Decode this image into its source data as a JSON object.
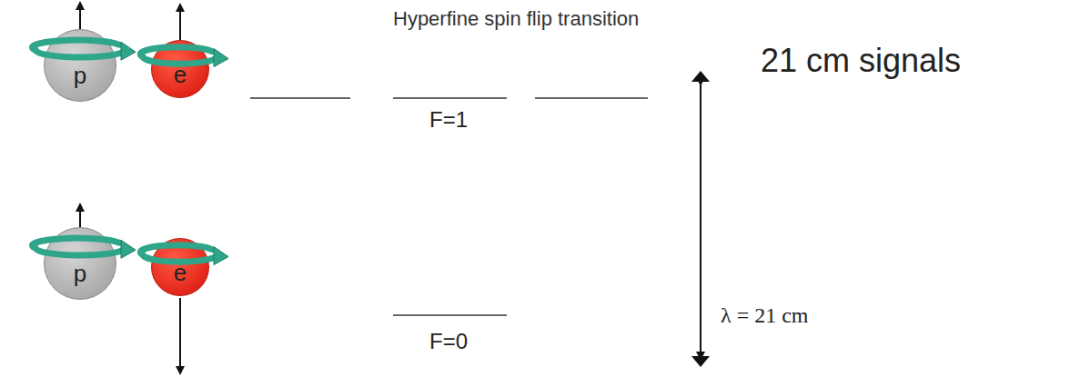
{
  "diagram": {
    "title": "Hyperfine spin flip transition",
    "nodes": [
      {
        "text": [
          "p"
        ]
      },
      {
        "text": [
          "e"
        ]
      },
      {
        "text": [
          "p"
        ]
      },
      {
        "text": [
          "e"
        ]
      }
    ],
    "labels": [
      "F=1",
      "21 cm signals",
      "λ = 21 cm",
      "F=0"
    ]
  }
}
